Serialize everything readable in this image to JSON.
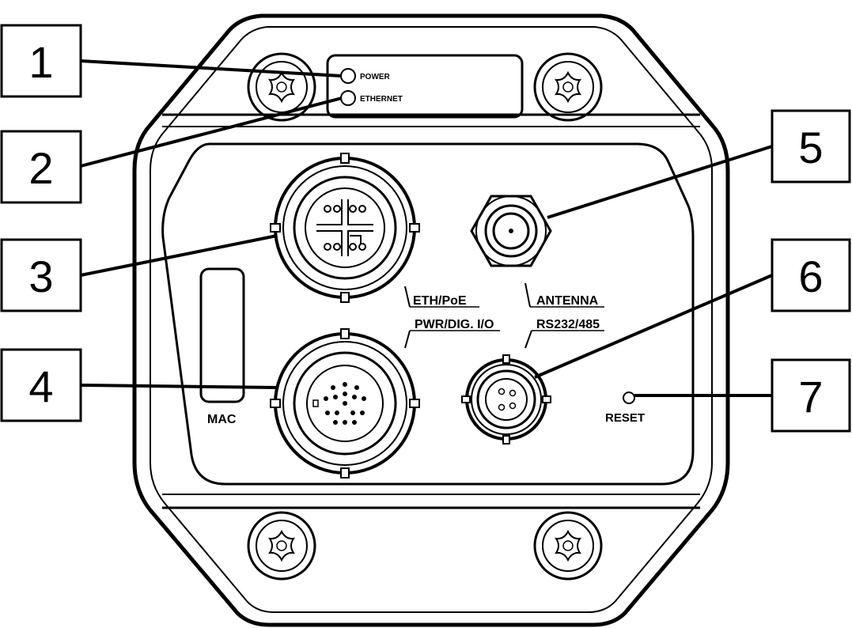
{
  "device": {
    "led_labels": [
      "POWER",
      "ETHERNET"
    ],
    "connector_labels": {
      "eth": "ETH/PoE",
      "pwr": "PWR/DIG. I/O",
      "antenna": "ANTENNA",
      "serial": "RS232/485",
      "reset": "RESET",
      "mac": "MAC"
    }
  },
  "callouts": [
    "1",
    "2",
    "3",
    "4",
    "5",
    "6",
    "7"
  ]
}
